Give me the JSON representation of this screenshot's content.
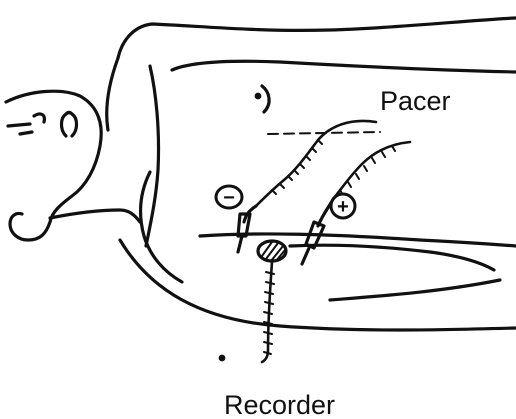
{
  "labels": {
    "pacer": "Pacer",
    "recorder": "Recorder"
  },
  "electrodes": [
    {
      "id": "negative",
      "symbol": "−"
    },
    {
      "id": "positive",
      "symbol": "+"
    },
    {
      "id": "recording",
      "symbol": ""
    }
  ],
  "colors": {
    "ink": "#111111",
    "background": "#ffffff"
  }
}
